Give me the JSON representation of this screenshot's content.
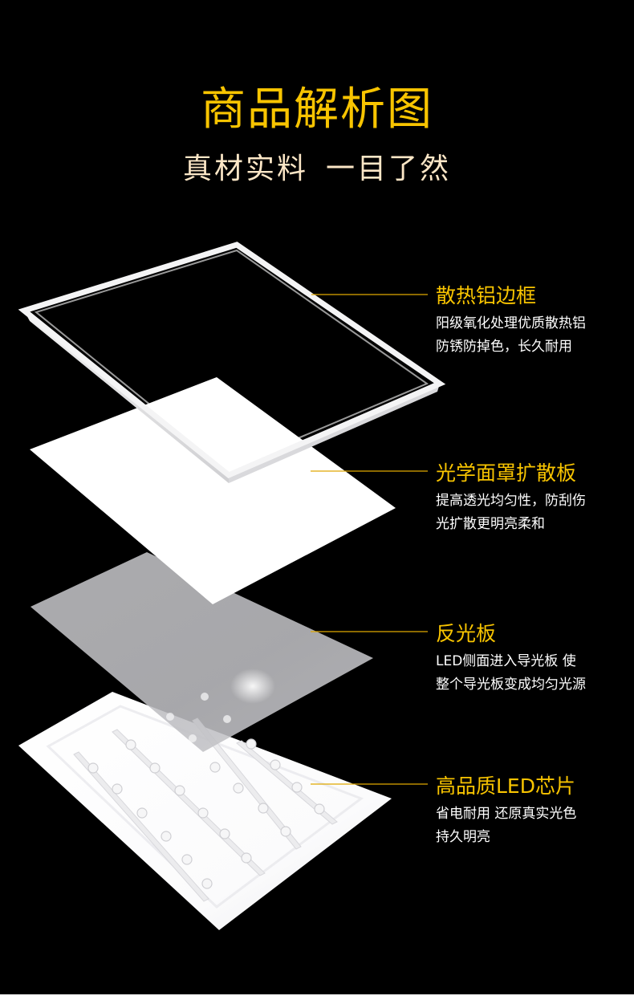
{
  "colors": {
    "background": "#000000",
    "title": "#f8c400",
    "subtitle": "#fbe6c6",
    "callout_title": "#f8c400",
    "callout_text": "#ffffff",
    "leader_line": "#e0a800"
  },
  "header": {
    "title": "商品解析图",
    "subtitle_part1": "真材实料",
    "subtitle_part2": "一目了然"
  },
  "layers": [
    {
      "id": "frame",
      "name": "散热铝边框",
      "desc_line1": "阳级氧化处理优质散热铝",
      "desc_line2": "防锈防掉色，长久耐用"
    },
    {
      "id": "diffuser",
      "name": "光学面罩扩散板",
      "desc_line1": "提高透光均匀性，防刮伤",
      "desc_line2": "光扩散更明亮柔和"
    },
    {
      "id": "reflector",
      "name": "反光板",
      "desc_line1": "LED侧面进入导光板 使",
      "desc_line2": "整个导光板变成均匀光源"
    },
    {
      "id": "led",
      "name": "高品质LED芯片",
      "desc_line1": "省电耐用 还原真实光色",
      "desc_line2": "持久明亮"
    }
  ]
}
